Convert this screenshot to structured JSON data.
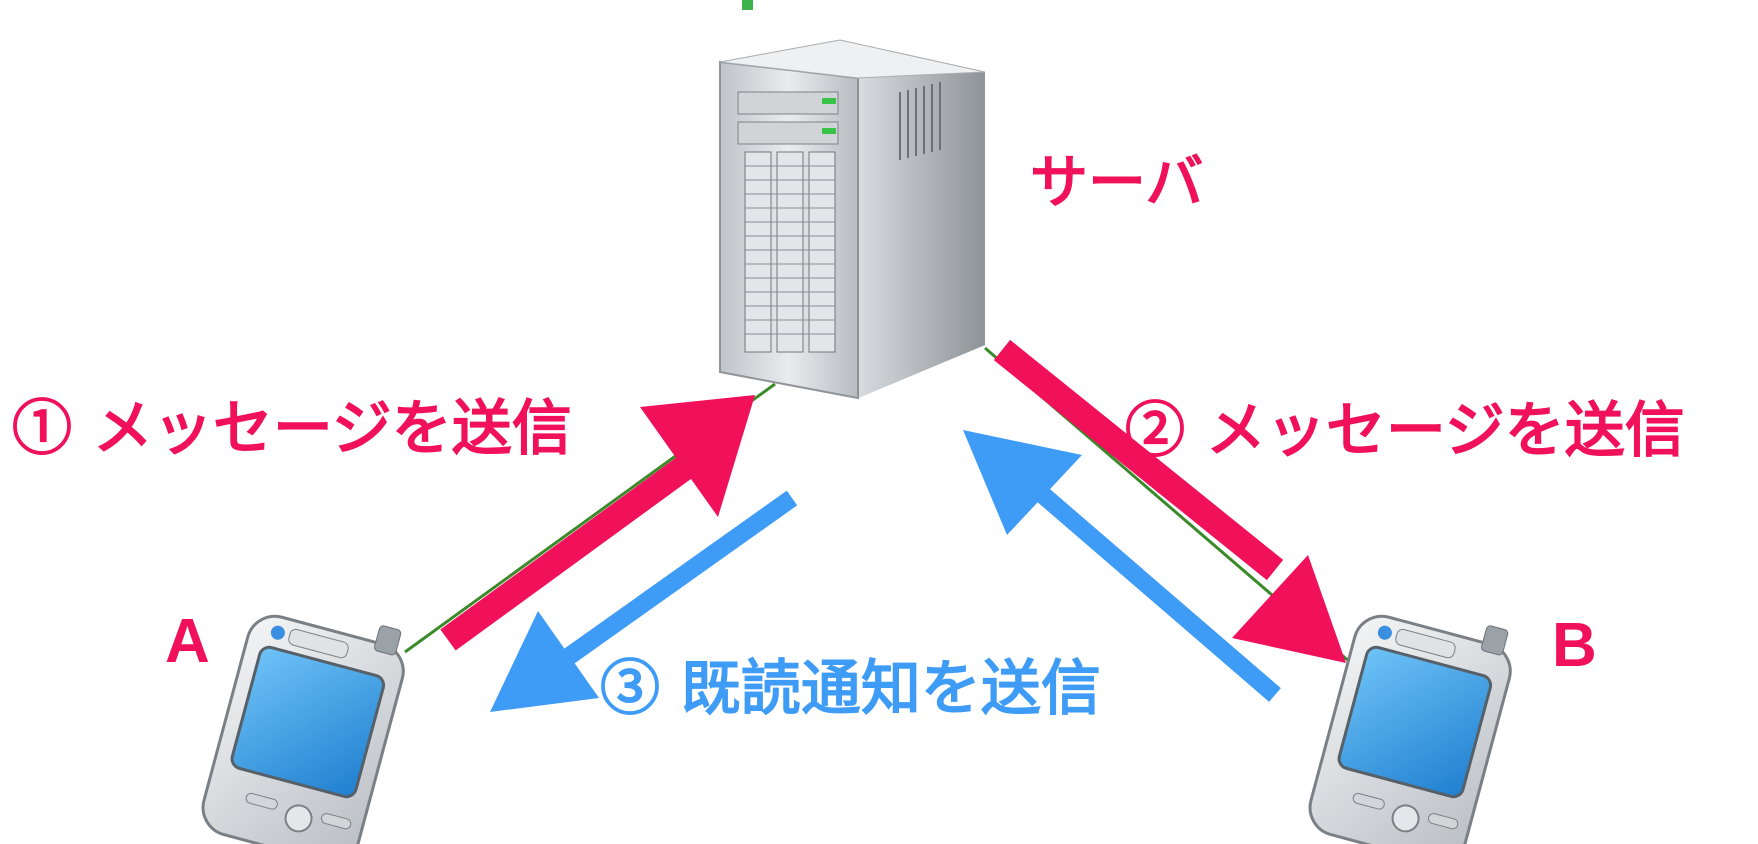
{
  "colors": {
    "pink": "#f0115a",
    "blue": "#3f9cf6",
    "line_green": "#3a8a2a"
  },
  "server": {
    "label": "サーバ",
    "icon": "server-tower-icon"
  },
  "devices": {
    "a": {
      "label": "A",
      "icon": "pda-icon"
    },
    "b": {
      "label": "B",
      "icon": "pda-icon"
    }
  },
  "steps": [
    {
      "label": "① メッセージを送信",
      "color": "pink",
      "direction": "A to server"
    },
    {
      "label": "② メッセージを送信",
      "color": "pink",
      "direction": "server to B"
    },
    {
      "label": "③ 既読通知を送信",
      "color": "blue",
      "direction": "B to server to A"
    }
  ]
}
